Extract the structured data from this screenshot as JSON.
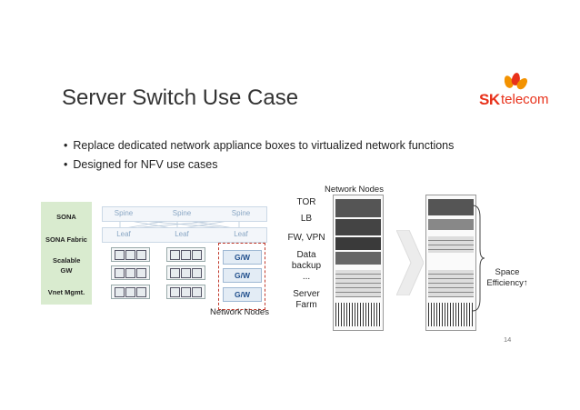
{
  "logo": {
    "brand": "SK",
    "product": "telecom"
  },
  "title": "Server Switch Use Case",
  "bullets": [
    "Replace dedicated network appliance boxes to virtualized network functions",
    "Designed for NFV use cases"
  ],
  "sona_panel": {
    "items": [
      "SONA",
      "SONA Fabric",
      "Scalable GW",
      "Vnet Mgmt."
    ]
  },
  "fabric": {
    "spine": [
      "Spine",
      "Spine",
      "Spine"
    ],
    "leaf": [
      "Leaf",
      "Leaf",
      "Leaf"
    ]
  },
  "gateways": [
    "G/W",
    "G/W",
    "G/W"
  ],
  "network_nodes_label_left": "Network Nodes",
  "network_nodes_label_top": "Network Nodes",
  "rack_labels": {
    "tor": "TOR",
    "lb": "LB",
    "fw": "FW, VPN",
    "data1": "Data",
    "data2": "backup",
    "dots": "...",
    "server1": "Server",
    "server2": "Farm"
  },
  "space_efficiency": {
    "line1": "Space",
    "line2": "Efficiency↑"
  },
  "page_number": "14",
  "colors": {
    "brand_red": "#e8311a",
    "brand_orange": "#f39200",
    "sona_green": "#d9ebcf",
    "gw_blue": "#1f4e8c"
  }
}
